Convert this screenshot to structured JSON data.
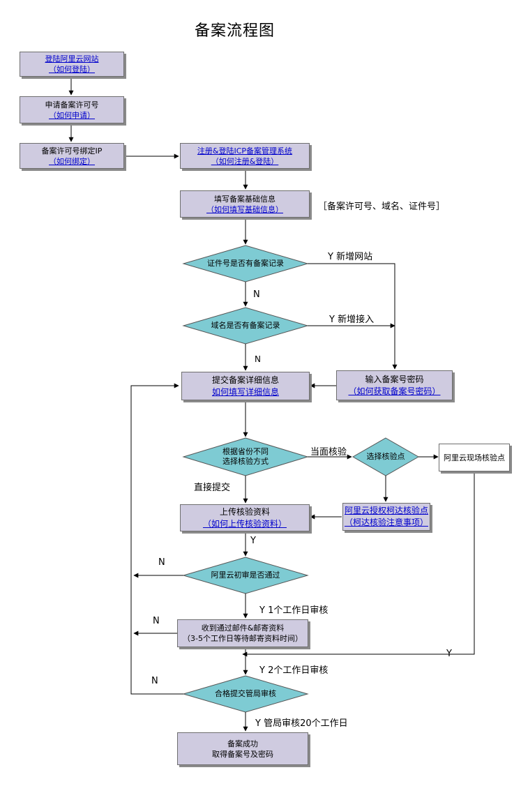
{
  "title": "备案流程图",
  "boxes": {
    "login": {
      "line1": "登陆阿里云网站",
      "line2": "（如何登陆）"
    },
    "apply": {
      "line1": "申请备案许可号",
      "line2": "（如何申请）"
    },
    "bind": {
      "line1": "备案许可号绑定IP",
      "line2": "（如何绑定）"
    },
    "register": {
      "line1": "注册&登陆ICP备案管理系统",
      "line2": "（如何注册&登陆）"
    },
    "fill_basic": {
      "line1": "填写备案基础信息",
      "line2": "（如何填写基础信息）"
    },
    "submit_detail": {
      "line1": "提交备案详细信息",
      "line2": "如何填写详细信息"
    },
    "input_password": {
      "line1": "输入备案号密码",
      "line2": "（如何获取备案号密码）"
    },
    "upload": {
      "line1": "上传核验资料",
      "line2": "（如何上传核验资料）"
    },
    "authorized_point": {
      "line1": "阿里云授权柯达核验点",
      "line2": "（柯达核验注意事项）"
    },
    "onsite_point": {
      "line1": "阿里云现场核验点"
    },
    "receive_mail": {
      "line1": "收到通过邮件&邮寄资料",
      "line2": "（3-5个工作日等待邮寄资料时间）"
    },
    "success": {
      "line1": "备案成功",
      "line2": "取得备案号及密码"
    }
  },
  "decisions": {
    "cert_record": "证件号是否有备案记录",
    "domain_record": "域名是否有备案记录",
    "method_line1": "根据省份不同",
    "method_line2": "选择核验方式",
    "select_point": "选择核验点",
    "first_review": "阿里云初审是否通过",
    "bureau_review": "合格提交管局审核"
  },
  "labels": {
    "basic_note": "［备案许可号、域名、证件号］",
    "new_site": "Y  新增网站",
    "n1": "N",
    "new_access": "Y  新增接入",
    "n2": "N",
    "face_check": "当面核验",
    "direct_submit": "直接提交",
    "y_upload": "Y",
    "n_first": "N",
    "y_first": "Y  1个工作日审核",
    "n_mail": "N",
    "y_onsite": "Y",
    "y_mail": "Y  2个工作日审核",
    "n_bureau": "N",
    "y_bureau": "Y  管局审核20个工作日"
  },
  "colors": {
    "box_fill": "#cfcbe0",
    "decision_fill": "#7ecbd3",
    "link": "#0000cc",
    "line": "#000000"
  }
}
